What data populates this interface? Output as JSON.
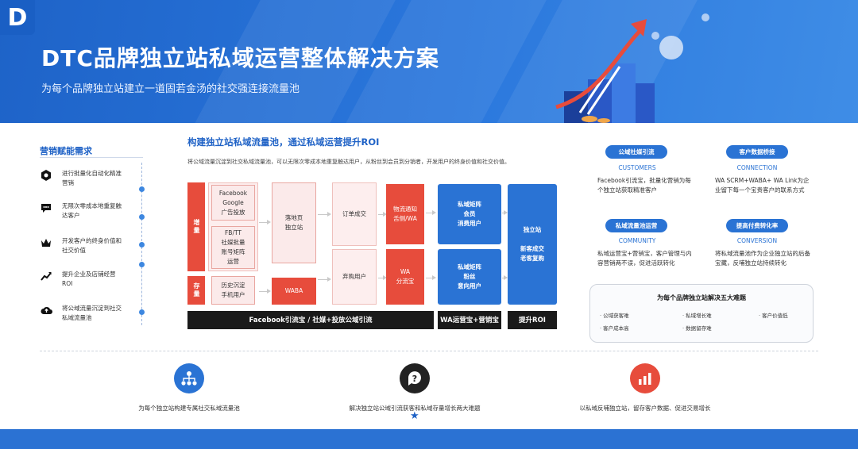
{
  "header": {
    "logo": "D",
    "title": "DTC品牌独立站私域运营整体解决方案",
    "subtitle": "为每个品牌独立站建立一道固若金汤的社交强连接流量池",
    "colors": {
      "primary": "#1f62c6",
      "accent_red": "#e74c3c"
    }
  },
  "left": {
    "heading": "营销赋能需求",
    "needs": [
      {
        "icon": "hexagon-icon",
        "text": "进行批量化自动化精准营销"
      },
      {
        "icon": "chat-bubble-icon",
        "text": "无限次零成本地重复触达客户"
      },
      {
        "icon": "crown-icon",
        "text": "开发客户的终身价值和社交价值"
      },
      {
        "icon": "trend-up-icon",
        "text": "提升企业及店铺经营ROI"
      },
      {
        "icon": "cloud-upload-icon",
        "text": "将公域流量沉淀到社交私域流量池"
      }
    ]
  },
  "center": {
    "heading": "构建独立站私域流量池，通过私域运营提升ROI",
    "description": "将公域流量沉淀到社交私域流量池，可以无限次零成本地重复触达用户，从粉丝到会员到分销者，开发用户的终身价值和社交价值。",
    "labels": {
      "increment": "增量",
      "stock": "存量",
      "facebook_google": "Facebook\nGoogle\n广告投放",
      "fb_tt": "FB/TT\n社媒批量\n账号矩阵\n运营",
      "history": "历史沉淀\n手机用户",
      "landing": "落地页\n独立站",
      "waba": "WABA",
      "order": "订单成交",
      "abandon": "弃购用户",
      "logistics": "物流通知\n舌侧/WA",
      "wa_split": "WA\n分流宝",
      "matrix_top": "私域矩阵\n会员\n消费用户",
      "matrix_bottom": "私域矩阵\n粉丝\n意向用户",
      "final": "独立站\n\n新客成交\n老客复购",
      "bar_left": "Facebook引流宝 / 社媒+投放公域引流",
      "bar_mid": "WA运营宝+营销宝",
      "bar_right": "提升ROI"
    }
  },
  "right": {
    "cards": [
      {
        "title": "公域社媒引流",
        "en": "CUSTOMERS",
        "desc": "Facebook引流宝，批量化营销为每个独立站获取精准客户"
      },
      {
        "title": "客户数据桥接",
        "en": "CONNECTION",
        "desc": "WA SCRM+WABA+ WA Link为企业留下每一个宝贵客户的联系方式"
      },
      {
        "title": "私域流量池运营",
        "en": "COMMUNITY",
        "desc": "私域运营宝+营销宝，客户管理与内容营销两不误，促进活跃转化"
      },
      {
        "title": "提高付费转化率",
        "en": "CONVERSION",
        "desc": "将私域流量池作为企业独立站的后备宝藏，反哺独立站持续转化"
      }
    ],
    "five": {
      "heading": "为每个品牌独立站解决五大难题",
      "items": [
        "公域获客难",
        "私域增长难",
        "客户价值低",
        "客户成本高",
        "数据留存难"
      ]
    }
  },
  "bottom": {
    "items": [
      {
        "icon": "network-icon",
        "color": "#2a73d4",
        "text": "为每个独立站构建专属社交私域流量池"
      },
      {
        "icon": "question-icon",
        "color": "#222222",
        "text": "解决独立站公域引流获客和私域存量增长两大难题"
      },
      {
        "icon": "bar-chart-icon",
        "color": "#e74c3c",
        "text": "以私域反哺独立站，留存客户数据、促进交易增长"
      }
    ]
  }
}
